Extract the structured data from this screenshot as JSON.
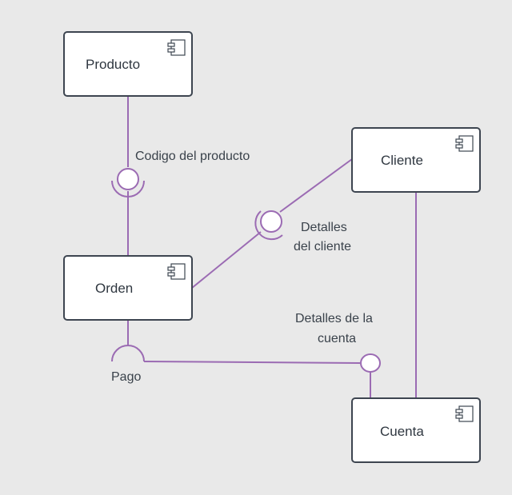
{
  "components": {
    "producto": {
      "label": "Producto",
      "icon": "component-icon"
    },
    "cliente": {
      "label": "Cliente",
      "icon": "component-icon"
    },
    "orden": {
      "label": "Orden",
      "icon": "component-icon"
    },
    "cuenta": {
      "label": "Cuenta",
      "icon": "component-icon"
    }
  },
  "interfaces": {
    "codigo_producto": {
      "label": "Codigo del producto"
    },
    "detalles_cliente": {
      "line1": "Detalles",
      "line2": "del cliente"
    },
    "pago": {
      "label": "Pago"
    },
    "detalles_cuenta": {
      "line1": "Detalles de la",
      "line2": "cuenta"
    }
  },
  "colors": {
    "connector": "#9b6bb3",
    "box_border": "#3d4550",
    "background": "#e9e9e9"
  }
}
